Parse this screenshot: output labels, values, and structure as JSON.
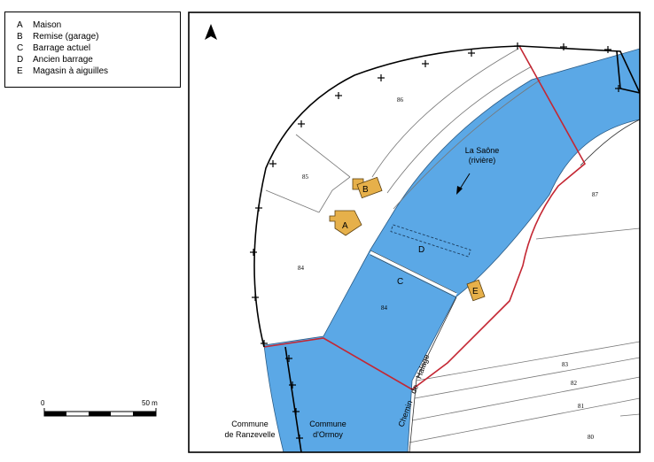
{
  "legend": {
    "items": [
      {
        "key": "A",
        "label": "Maison"
      },
      {
        "key": "B",
        "label": "Remise (garage)"
      },
      {
        "key": "C",
        "label": "Barrage actuel"
      },
      {
        "key": "D",
        "label": "Ancien barrage"
      },
      {
        "key": "E",
        "label": "Magasin à aiguilles"
      }
    ]
  },
  "scale": {
    "start": "0",
    "end": "50 m"
  },
  "river": {
    "name": "La Saône",
    "note": "(rivière)"
  },
  "buildings": {
    "a": "A",
    "b": "B",
    "e": "E"
  },
  "zones": {
    "c": "C",
    "d": "D"
  },
  "road": {
    "w1": "Chemin",
    "w2": "de",
    "w3": "Halage"
  },
  "communes": {
    "left_line1": "Commune",
    "left_line2": "de Ranzevelle",
    "right_line1": "Commune",
    "right_line2": "d'Ormoy"
  },
  "parcels": {
    "p86": "86",
    "p85": "85",
    "p84a": "84",
    "p84b": "84",
    "p87": "87",
    "p83": "83",
    "p82": "82",
    "p81": "81",
    "p80": "80"
  },
  "colors": {
    "water": "#5ba8e6",
    "building": "#e6b04a",
    "boundary_red": "#c42733"
  }
}
